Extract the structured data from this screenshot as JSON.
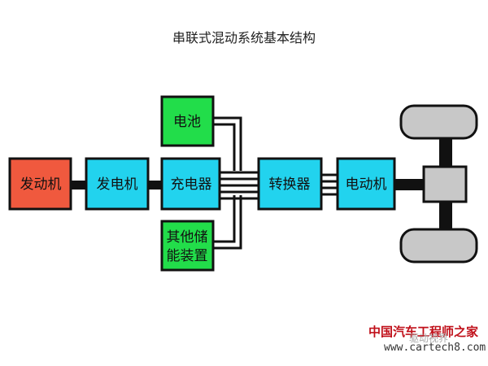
{
  "title": "串联式混动系统基本结构",
  "boxes": {
    "engine": {
      "label": "发动机",
      "color": "#f0593e"
    },
    "generator": {
      "label": "发电机",
      "color": "#22d3ee"
    },
    "charger": {
      "label": "充电器",
      "color": "#22d3ee"
    },
    "battery": {
      "label": "电池",
      "color": "#22dd4a"
    },
    "other_storage": {
      "line1": "其他储",
      "line2": "能装置",
      "color": "#22dd4a"
    },
    "converter": {
      "label": "转换器",
      "color": "#22d3ee"
    },
    "motor": {
      "label": "电动机",
      "color": "#22d3ee"
    }
  },
  "watermark": {
    "org": "中国汽车工程师之家",
    "url": "www.cartech8.com",
    "wechat": "驱动视界"
  }
}
